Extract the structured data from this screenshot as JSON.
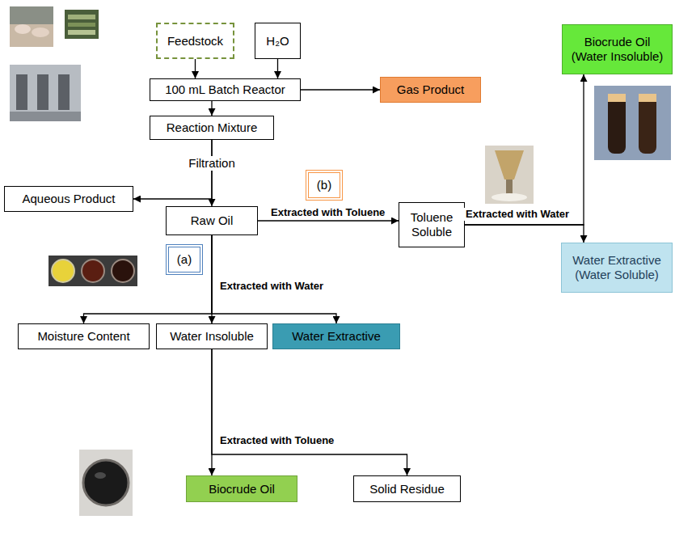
{
  "diagram": {
    "nodes": [
      {
        "text": [
          "Feedstock"
        ]
      },
      {
        "text": [
          "H₂O"
        ]
      },
      {
        "text": [
          "100 mL Batch Reactor"
        ]
      },
      {
        "text": [
          "Gas Product"
        ]
      },
      {
        "text": [
          "Reaction Mixture"
        ]
      },
      {
        "text": [
          "Aqueous Product"
        ]
      },
      {
        "text": [
          "Raw Oil"
        ]
      },
      {
        "text": [
          "(b)"
        ]
      },
      {
        "text": [
          "Toluene Soluble"
        ]
      },
      {
        "text": [
          "Biocrude Oil",
          "(Water Insoluble)"
        ]
      },
      {
        "text": [
          "Water Extractive",
          "(Water Soluble)"
        ]
      },
      {
        "text": [
          "(a)"
        ]
      },
      {
        "text": [
          "Moisture Content"
        ]
      },
      {
        "text": [
          "Water Insoluble"
        ]
      },
      {
        "text": [
          "Water Extractive"
        ]
      },
      {
        "text": [
          "Biocrude  Oil"
        ]
      },
      {
        "text": [
          "Solid Residue"
        ]
      }
    ],
    "edges": [
      {
        "from": 0,
        "to": 2,
        "arrow": "to"
      },
      {
        "from": 1,
        "to": 2,
        "arrow": "to"
      },
      {
        "from": 2,
        "to": 3,
        "arrow": "to"
      },
      {
        "from": 2,
        "to": 4,
        "arrow": "to"
      },
      {
        "from": 4,
        "to": 6,
        "label": "Filtration",
        "arrow": "to"
      },
      {
        "from": 4,
        "to": 5,
        "arrow": "to"
      },
      {
        "from": 6,
        "to": 8,
        "label": "Extracted with Toluene",
        "arrow": "to"
      },
      {
        "from": 8,
        "to": 9,
        "label": "Extracted with Water",
        "arrow": "to"
      },
      {
        "from": 8,
        "to": 10,
        "arrow": "to"
      },
      {
        "from": 6,
        "to": 12,
        "arrow": "to"
      },
      {
        "from": 6,
        "to": 13,
        "label": "Extracted with Water",
        "arrow": "to"
      },
      {
        "from": 6,
        "to": 14,
        "arrow": "to"
      },
      {
        "from": 13,
        "to": 15,
        "label": "Extracted with Toluene",
        "arrow": "to"
      },
      {
        "from": 13,
        "to": 16,
        "arrow": "to"
      }
    ]
  }
}
